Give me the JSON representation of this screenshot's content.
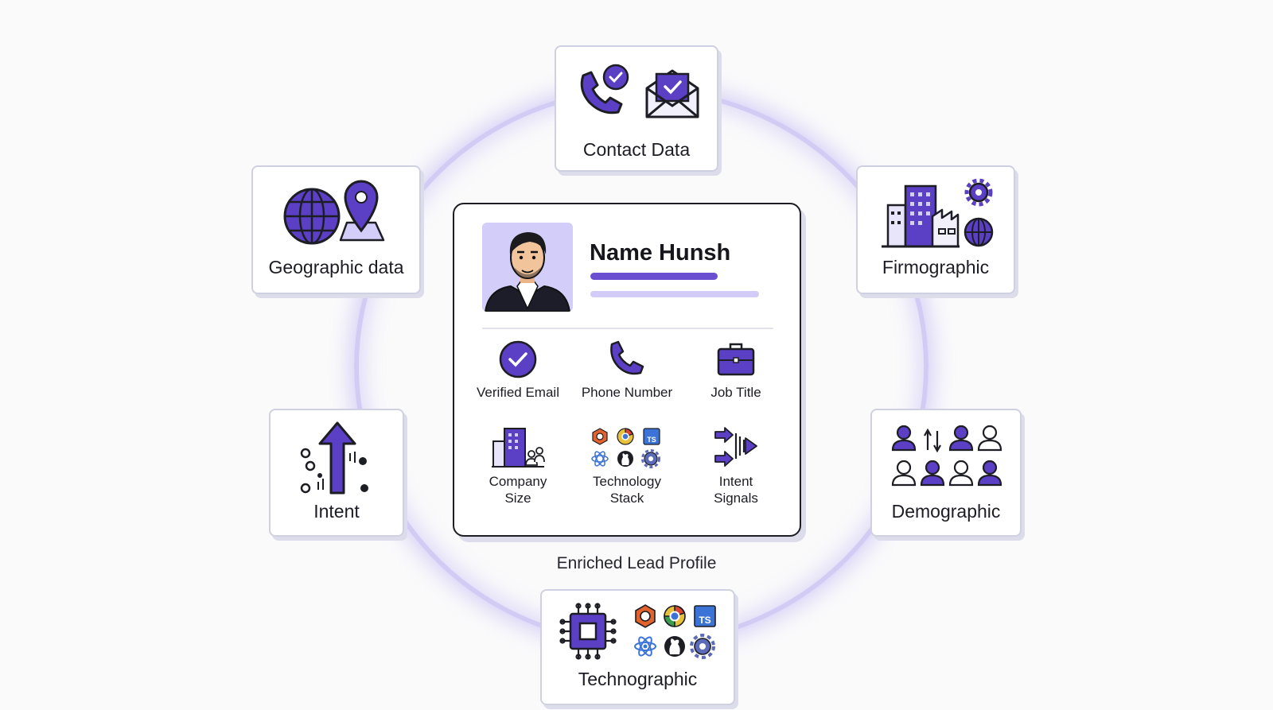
{
  "categories": {
    "contact": "Contact Data",
    "geographic": "Geographic data",
    "firmographic": "Firmographic",
    "intent": "Intent",
    "demographic": "Demographic",
    "technographic": "Technographic"
  },
  "profile": {
    "name": "Name Hunsh",
    "fields": [
      {
        "label": "Verified Email",
        "icon": "check-circle-icon"
      },
      {
        "label": "Phone Number",
        "icon": "phone-icon"
      },
      {
        "label": "Job Title",
        "icon": "briefcase-icon"
      },
      {
        "label": "Company\nSize",
        "icon": "company-building-icon"
      },
      {
        "label": "Technology\nStack",
        "icon": "tech-logos-icon"
      },
      {
        "label": "Intent\nSignals",
        "icon": "signal-arrows-icon"
      }
    ]
  },
  "caption": "Enriched Lead Profile",
  "colors": {
    "accent": "#5b3fc4",
    "accent_light": "#d3cdfa",
    "ring": "#d2ccf5",
    "ink": "#1d1d24"
  },
  "tech_badge": "TS"
}
